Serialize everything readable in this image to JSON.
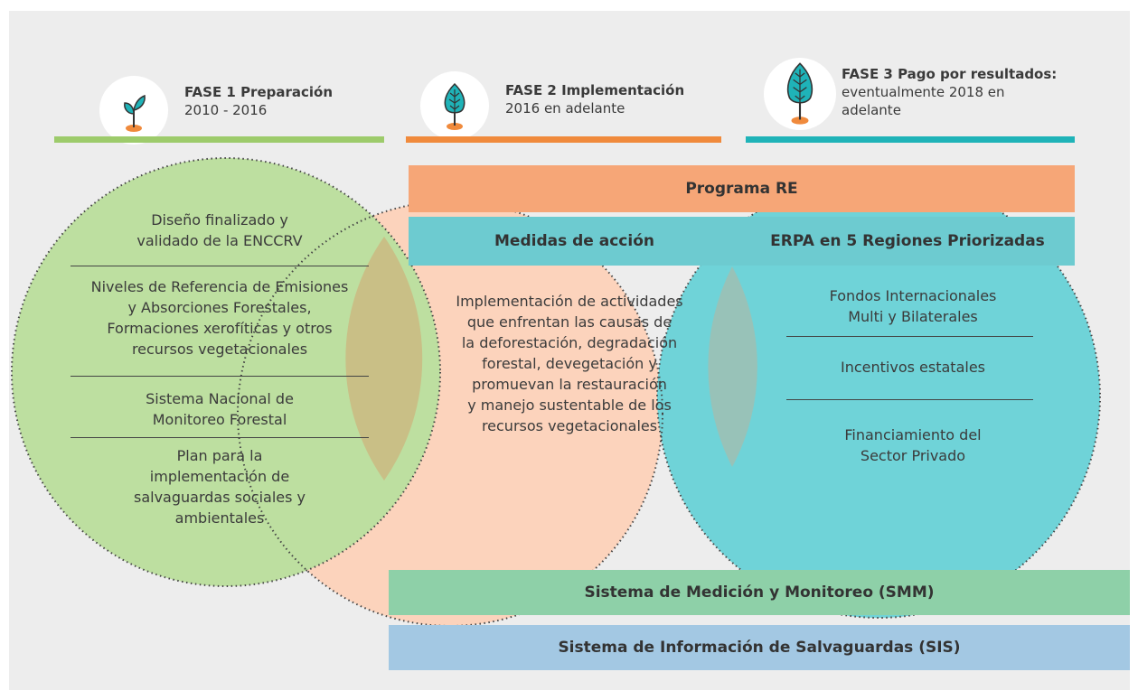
{
  "phases": [
    {
      "title": "FASE 1 Preparación",
      "subtitle": "2010 - 2016",
      "color": "#9dcb6b"
    },
    {
      "title": "FASE 2 Implementación",
      "subtitle": "2016 en adelante",
      "color": "#f08a3c"
    },
    {
      "title": "FASE 3 Pago por resultados:",
      "subtitle_line1": "eventualmente 2018 en",
      "subtitle_line2": "adelante",
      "color": "#1fb3b8"
    }
  ],
  "bands": {
    "programa_re": "Programa RE",
    "medidas": "Medidas de acción",
    "erpa": "ERPA en 5 Regiones Priorizadas",
    "smm": "Sistema de Medición y Monitoreo (SMM)",
    "sis": "Sistema de Información de Salvaguardas (SIS)"
  },
  "circle1": {
    "item1": [
      "Diseño finalizado y",
      "validado de la ENCCRV"
    ],
    "item2": [
      "Niveles de Referencia de Emisiones",
      "y Absorciones Forestales,",
      "Formaciones xerofíticas y otros",
      "recursos vegetacionales"
    ],
    "item3": [
      "Sistema Nacional de",
      "Monitoreo Forestal"
    ],
    "item4": [
      "Plan para la",
      "implementación de",
      "salvaguardas sociales y",
      "ambientales"
    ]
  },
  "circle2": {
    "text": [
      "Implementación de actividades",
      "que enfrentan las causas de",
      "la deforestación, degradación",
      "forestal, devegetación y",
      "promuevan la restauración",
      "y manejo sustentable de los",
      "recursos vegetacionales"
    ]
  },
  "circle3": {
    "item1": [
      "Fondos Internacionales",
      "Multi y Bilaterales"
    ],
    "item2": [
      "Incentivos estatales"
    ],
    "item3": [
      "Financiamiento del",
      "Sector Privado"
    ]
  },
  "colors": {
    "circle_green": "#bddfa0",
    "circle_peach": "#fcd3bc",
    "circle_teal": "#6fd3d8",
    "band_orange": "#f6a677",
    "band_teal": "#6dcbd0",
    "band_green": "#8ed0a8",
    "band_blue": "#a3c8e3"
  }
}
